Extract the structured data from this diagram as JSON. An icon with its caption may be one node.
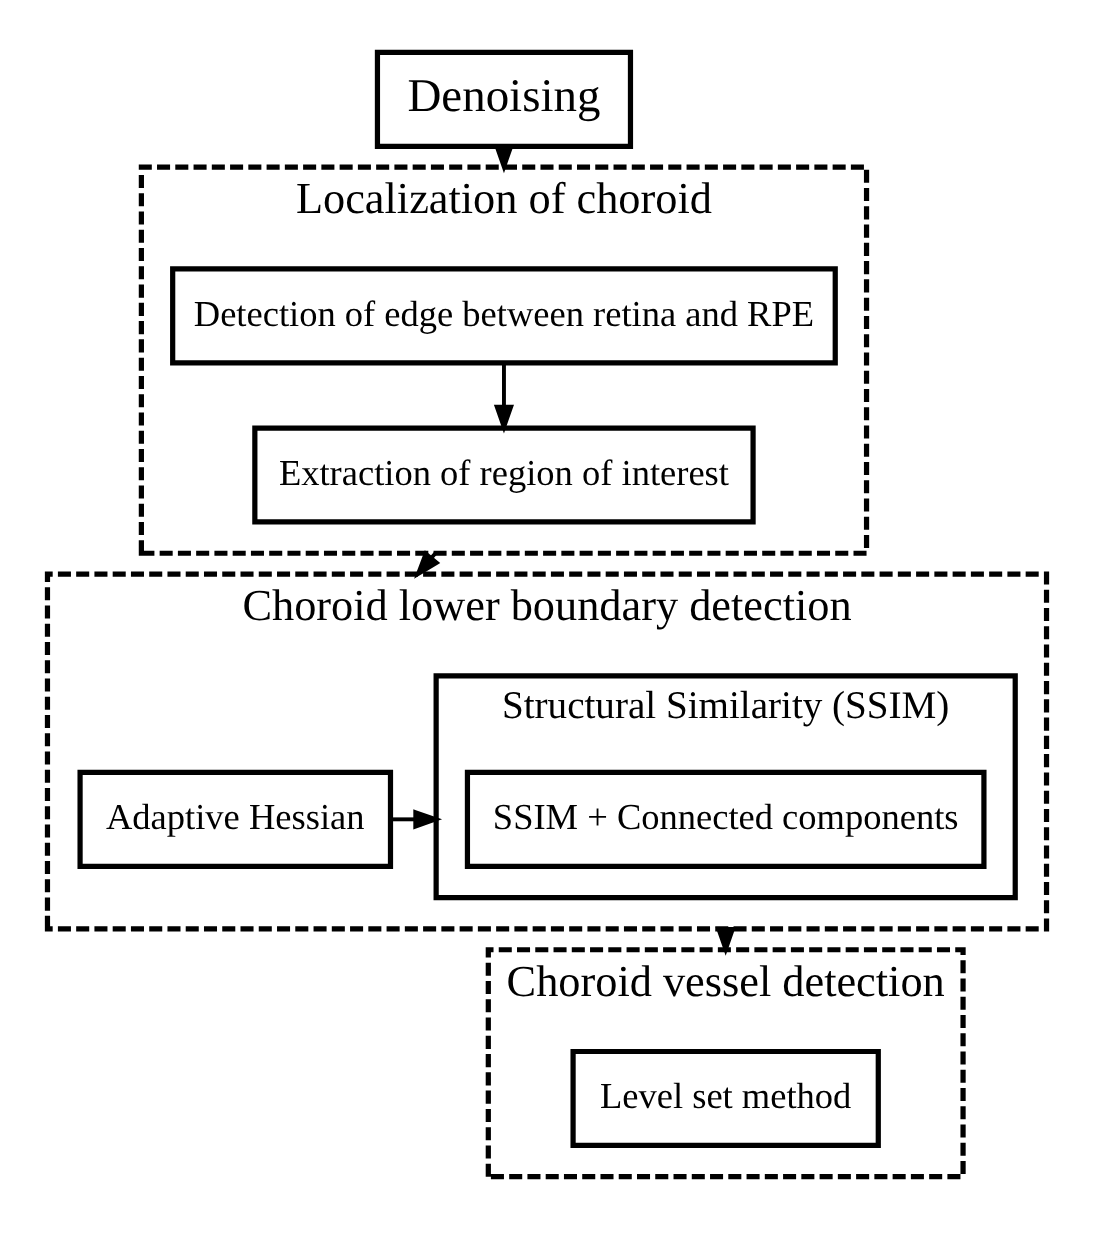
{
  "diagram": {
    "nodes": [
      {
        "text": [
          "Denoising"
        ]
      },
      {
        "text": [
          "Localization of choroid"
        ]
      },
      {
        "text": [
          "Detection of edge between retina and RPE"
        ],
        "in": 1
      },
      {
        "text": [
          "Extraction of region of interest"
        ],
        "in": 1
      },
      {
        "text": [
          "Choroid lower boundary detection"
        ]
      },
      {
        "text": [
          "Adaptive Hessian"
        ],
        "in": 4
      },
      {
        "text": [
          "Structural Similarity (SSIM)"
        ],
        "in": 4
      },
      {
        "text": [
          "SSIM + Connected components"
        ],
        "in": 6
      },
      {
        "text": [
          "Choroid vessel detection"
        ]
      },
      {
        "text": [
          "Level set method"
        ],
        "in": 8
      }
    ],
    "edges": [
      {
        "from": 0,
        "to": 1,
        "arrow": "to"
      },
      {
        "from": 2,
        "to": 3,
        "arrow": "to"
      },
      {
        "from": 1,
        "to": 4,
        "arrow": "to"
      },
      {
        "from": 5,
        "to": 6,
        "arrow": "to"
      },
      {
        "from": 4,
        "to": 8,
        "arrow": "to"
      }
    ]
  }
}
